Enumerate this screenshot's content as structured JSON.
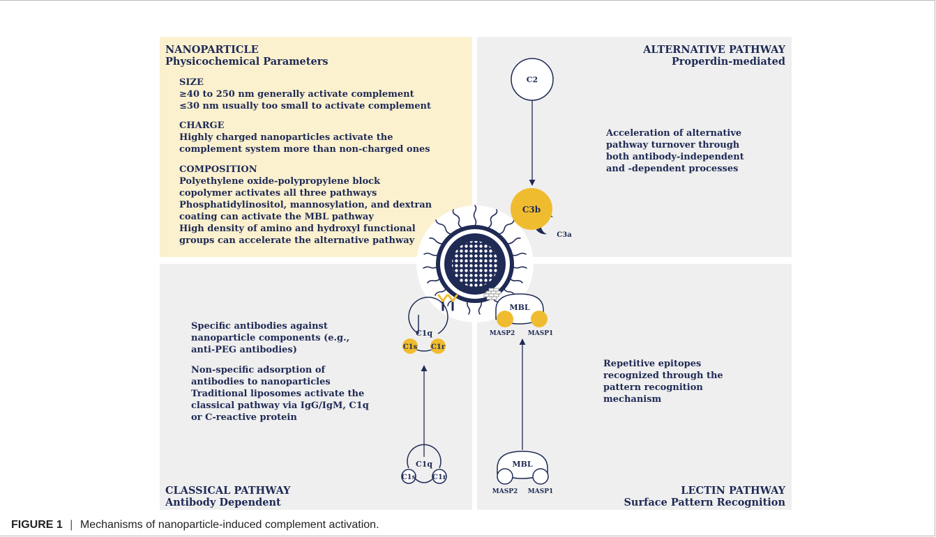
{
  "nanoparticle": {
    "title": "NANOPARTICLE",
    "subtitle": "Physicochemical Parameters",
    "size_heading": "SIZE",
    "size_line1": "≥40 to 250 nm generally activate complement",
    "size_line2": "≤30 nm usually too small to activate complement",
    "charge_heading": "CHARGE",
    "charge_line1": "Highly charged nanoparticles activate the",
    "charge_line2": "complement system more than non-charged ones",
    "composition_heading": "COMPOSITION",
    "composition_lines": [
      "Polyethylene oxide-polypropylene block",
      "copolymer activates all three pathways",
      "Phosphatidylinositol, mannosylation, and dextran",
      "coating can activate the MBL pathway",
      "High density of amino and hydroxyl functional",
      "groups can accelerate the alternative pathway"
    ]
  },
  "alternative": {
    "title": "ALTERNATIVE PATHWAY",
    "subtitle": "Properdin-mediated",
    "text": [
      "Acceleration of alternative",
      "pathway turnover through",
      "both antibody-independent",
      "and -dependent processes"
    ]
  },
  "classical": {
    "title": "CLASSICAL PATHWAY",
    "subtitle": "Antibody Dependent",
    "text1": [
      "Specific antibodies against",
      "nanoparticle components (e.g.,",
      "anti-PEG antibodies)"
    ],
    "text2": [
      "Non-specific adsorption of",
      "antibodies to nanoparticles",
      "Traditional liposomes activate the",
      "classical pathway via IgG/IgM,  C1q",
      "or C-reactive protein"
    ]
  },
  "lectin": {
    "title": "LECTIN PATHWAY",
    "subtitle": "Surface Pattern Recognition",
    "text": [
      "Repetitive epitopes",
      "recognized through the",
      "pattern recognition",
      "mechanism"
    ]
  },
  "molecules": {
    "c2": "C2",
    "c3b": "C3b",
    "c3a": "C3a",
    "c1q": "C1q",
    "c1s": "C1s",
    "c1r": "C1r",
    "mbl": "MBL",
    "masp2": "MASP2",
    "masp1": "MASP1"
  },
  "colors": {
    "navy": "#1f2a55",
    "gold": "#f0bc2f",
    "cream": "#fbf1cf",
    "gray": "#efefef"
  },
  "caption": {
    "label": "FIGURE 1",
    "separator": "|",
    "text": "Mechanisms of nanoparticle-induced complement activation."
  }
}
